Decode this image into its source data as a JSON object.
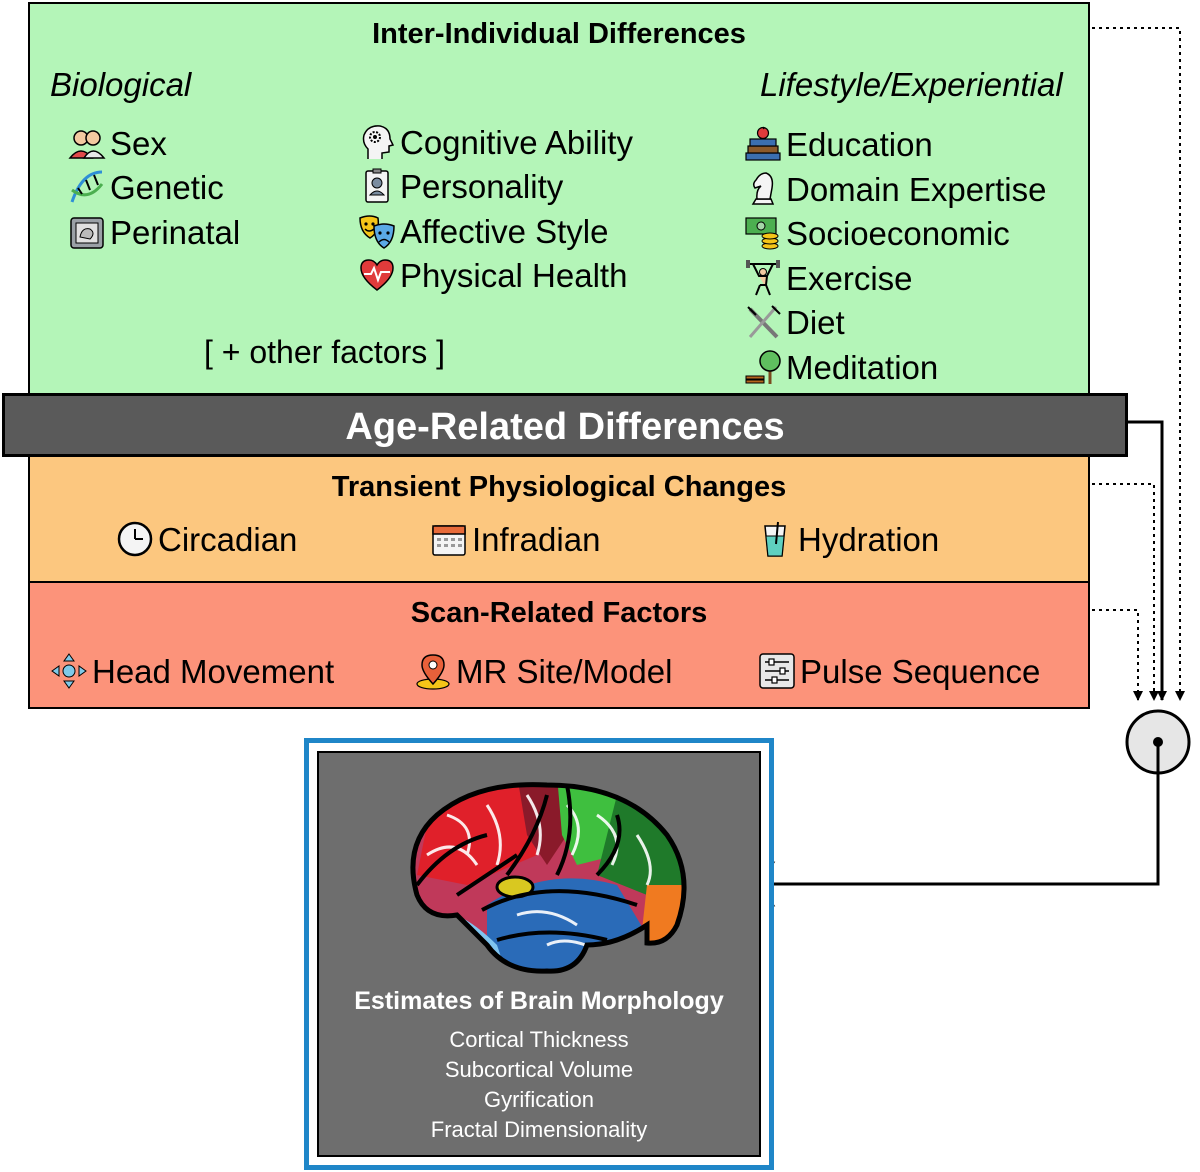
{
  "inter_individual": {
    "title": "Inter-Individual Differences",
    "left_label": "Biological",
    "right_label": "Lifestyle/Experiential",
    "col1": [
      {
        "label": "Sex",
        "icon": "people-icon"
      },
      {
        "label": "Genetic",
        "icon": "dna-icon"
      },
      {
        "label": "Perinatal",
        "icon": "ultrasound-icon"
      }
    ],
    "col2": [
      {
        "label": "Cognitive Ability",
        "icon": "head-gears-icon"
      },
      {
        "label": "Personality",
        "icon": "id-badge-icon"
      },
      {
        "label": "Affective Style",
        "icon": "theater-masks-icon"
      },
      {
        "label": "Physical Health",
        "icon": "heart-pulse-icon"
      }
    ],
    "col3": [
      {
        "label": "Education",
        "icon": "books-apple-icon"
      },
      {
        "label": "Domain Expertise",
        "icon": "chess-knight-icon"
      },
      {
        "label": "Socioeconomic",
        "icon": "money-icon"
      },
      {
        "label": "Exercise",
        "icon": "weightlifter-icon"
      },
      {
        "label": "Diet",
        "icon": "fork-knife-icon"
      },
      {
        "label": "Meditation",
        "icon": "tree-bench-icon"
      }
    ],
    "other": "[ + other factors ]",
    "color": "#b4f5b8"
  },
  "age_related": {
    "title": "Age-Related Differences",
    "color": "#5a5a5a"
  },
  "transient": {
    "title": "Transient Physiological Changes",
    "items": [
      {
        "label": "Circadian",
        "icon": "clock-icon"
      },
      {
        "label": "Infradian",
        "icon": "calendar-icon"
      },
      {
        "label": "Hydration",
        "icon": "glass-icon"
      }
    ],
    "color": "#fcc77f"
  },
  "scan": {
    "title": "Scan-Related Factors",
    "items": [
      {
        "label": "Head Movement",
        "icon": "move-arrows-icon"
      },
      {
        "label": "MR Site/Model",
        "icon": "location-pin-icon"
      },
      {
        "label": "Pulse Sequence",
        "icon": "sliders-icon"
      }
    ],
    "color": "#fc937a"
  },
  "brain": {
    "title": "Estimates of Brain Morphology",
    "measures": [
      "Cortical Thickness",
      "Subcortical Volume",
      "Gyrification",
      "Fractal Dimensionality"
    ],
    "border_color": "#1f86c8"
  }
}
